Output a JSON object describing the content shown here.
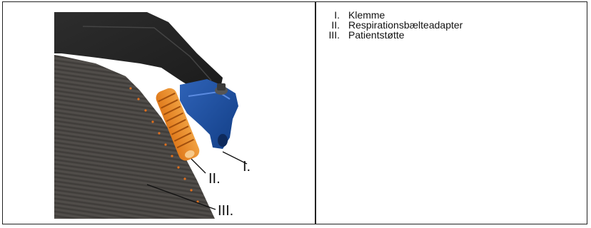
{
  "figure": {
    "callouts": [
      "I.",
      "II.",
      "III."
    ]
  },
  "legend": {
    "items": [
      {
        "num": "I.",
        "text": "Klemme"
      },
      {
        "num": "II.",
        "text": "Respirationsbælteadapter"
      },
      {
        "num": "III.",
        "text": "Patientstøtte"
      }
    ]
  }
}
